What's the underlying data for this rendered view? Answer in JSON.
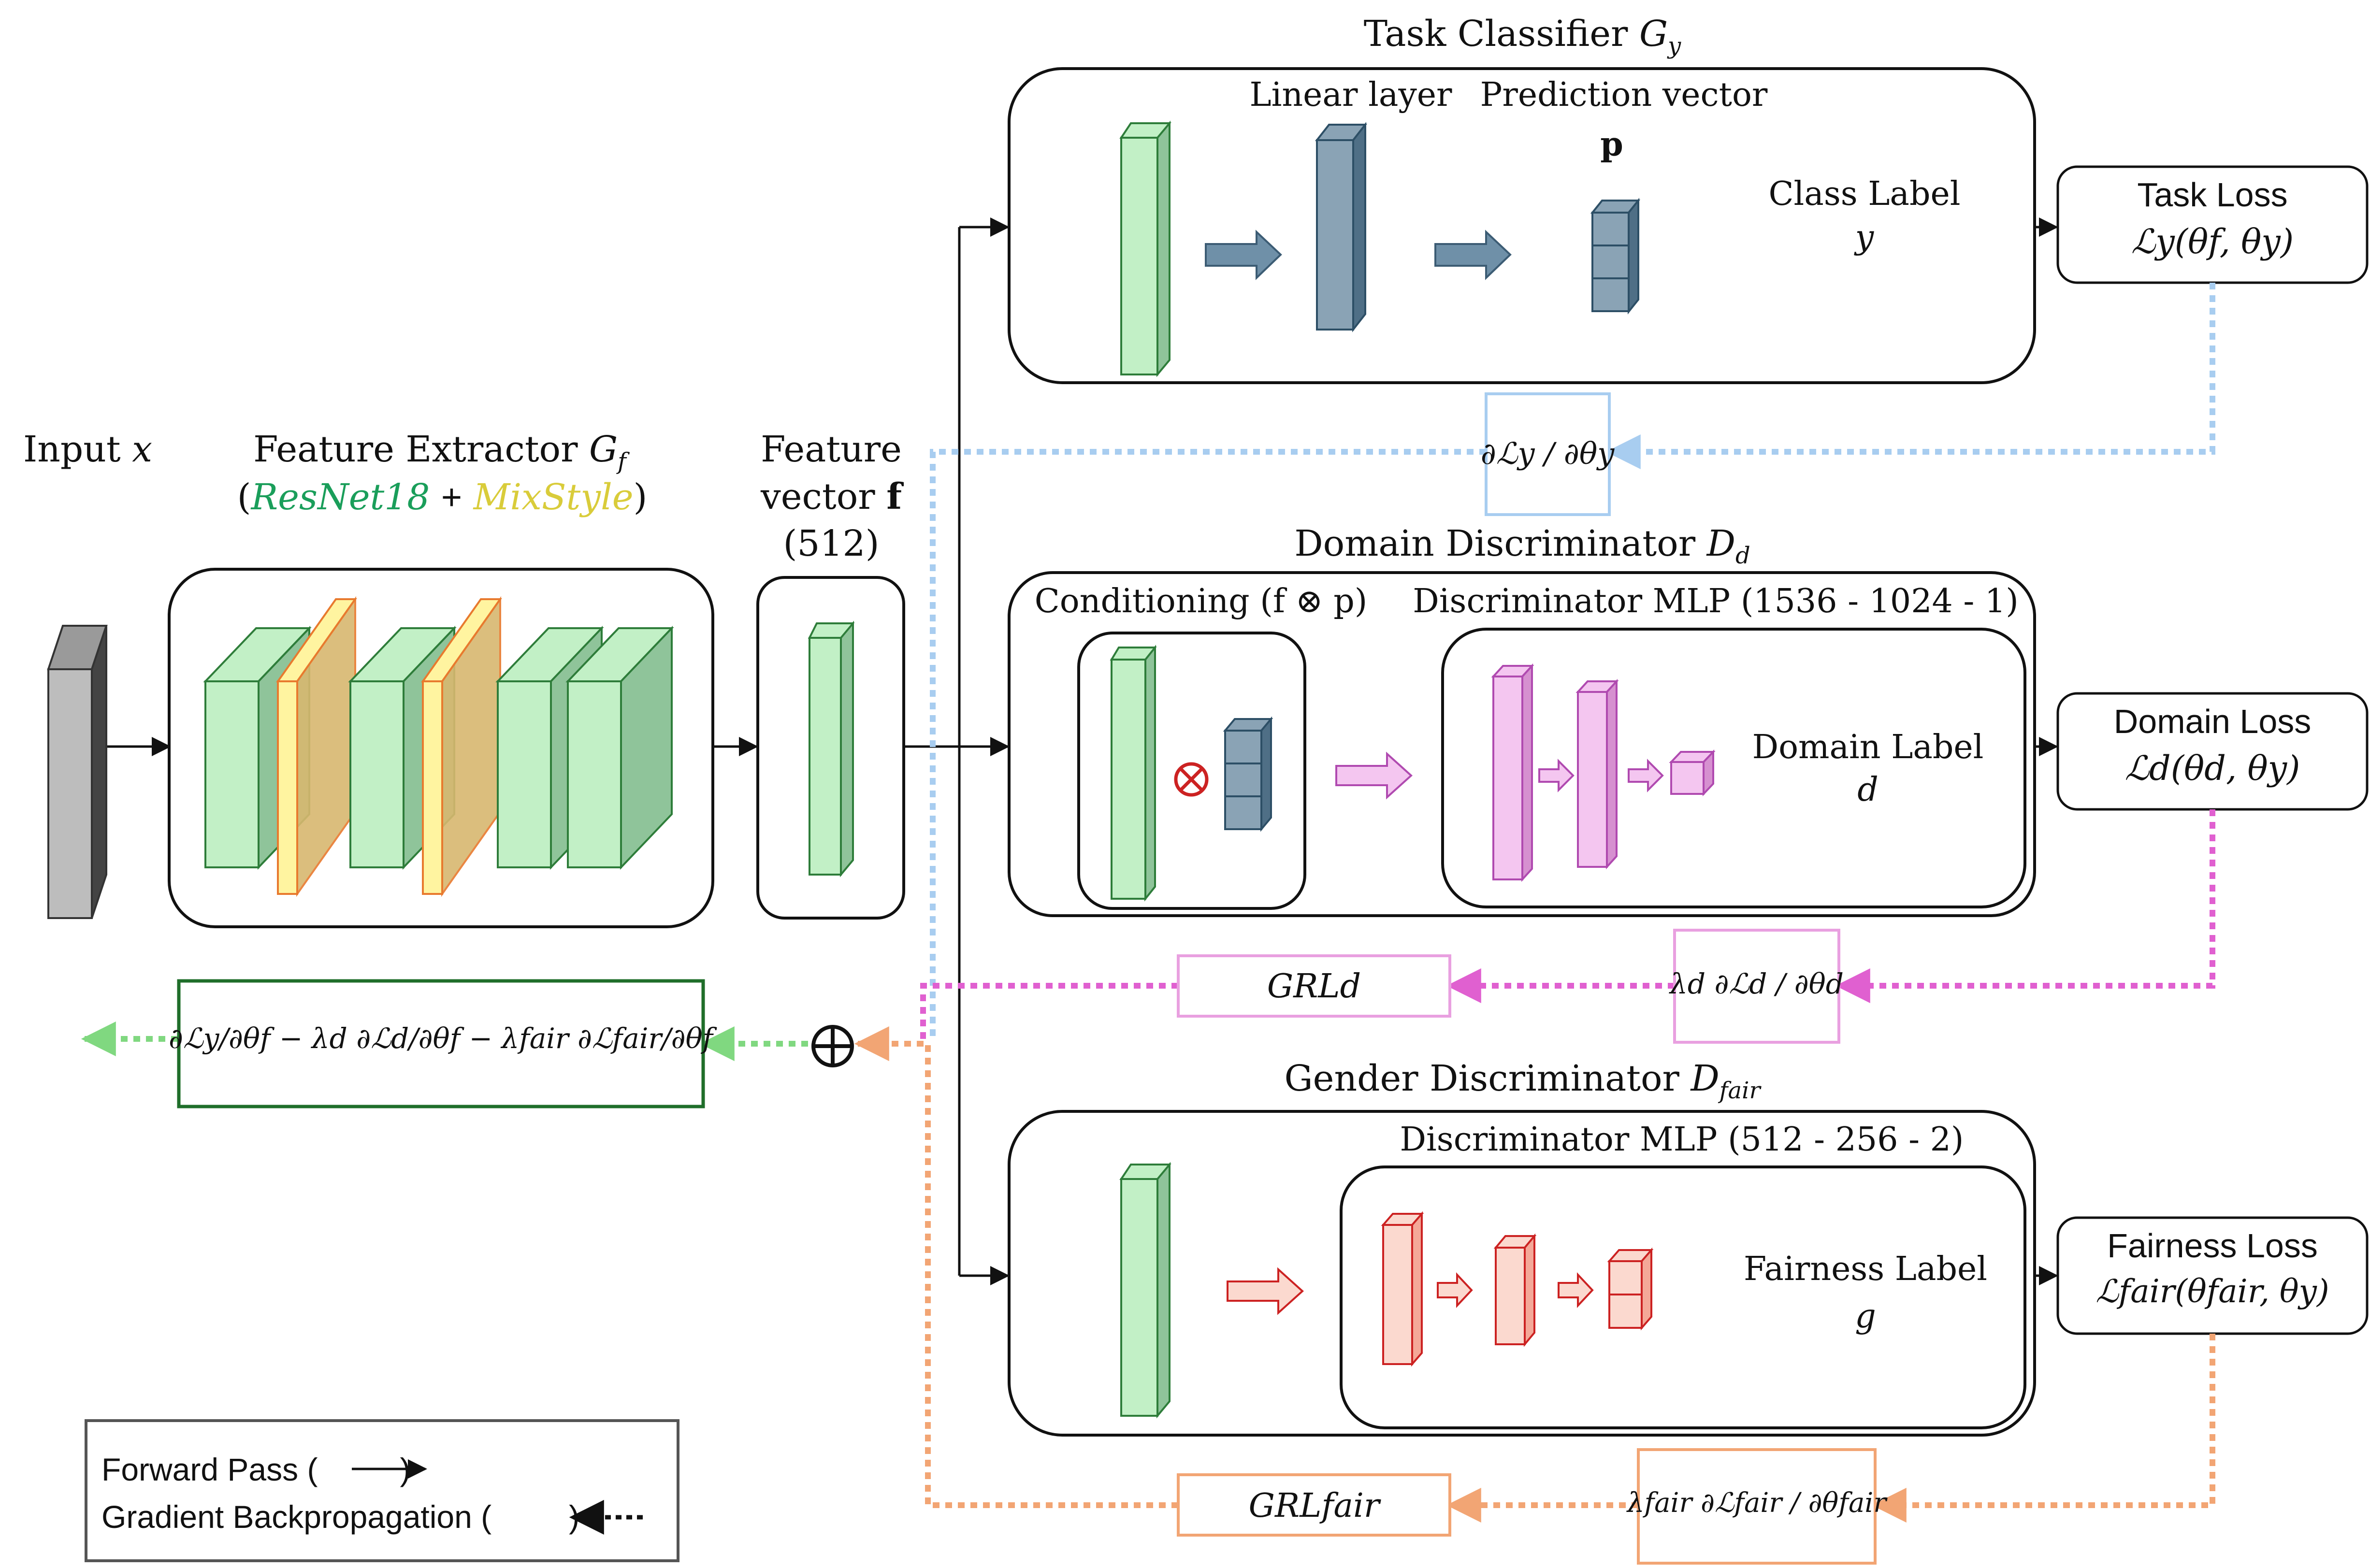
{
  "input": {
    "label": "Input",
    "var": "x"
  },
  "extractor": {
    "title": "Feature Extractor",
    "symbol": "G",
    "sub": "f",
    "resnet": "ResNet18",
    "plus": "+",
    "mixstyle": "MixStyle",
    "open_paren": "(",
    "close_paren": ")"
  },
  "feature_vector": {
    "line1": "Feature",
    "line2": "vector",
    "bold": "f",
    "size": "(512)"
  },
  "task": {
    "title": "Task Classifier",
    "symbol": "G",
    "sub": "y",
    "linear_layer": "Linear layer",
    "prediction_vector": "Prediction vector",
    "p": "p",
    "class_label": "Class Label",
    "y": "y"
  },
  "domain": {
    "title": "Domain Discriminator",
    "symbol": "D",
    "sub": "d",
    "conditioning": "Conditioning (f ⊗ p)",
    "mlp": "Discriminator MLP (1536 - 1024 - 1)",
    "label": "Domain Label",
    "d": "d"
  },
  "gender": {
    "title": "Gender Discriminator",
    "symbol": "D",
    "sub": "fair",
    "mlp": "Discriminator MLP (512 - 256 - 2)",
    "label": "Fairness Label",
    "g": "g"
  },
  "losses": {
    "task_title": "Task Loss",
    "task_formula": "ℒy(θf, θy)",
    "domain_title": "Domain Loss",
    "domain_formula": "ℒd(θd, θy)",
    "fair_title": "Fairness Loss",
    "fair_formula": "ℒfair(θfair, θy)"
  },
  "gradients": {
    "task_grad": "∂ℒy / ∂θy",
    "grl_d": "GRLd",
    "domain_grad": "λd ∂ℒd / ∂θd",
    "grl_fair": "GRLfair",
    "fair_grad": "λfair ∂ℒfair / ∂θfair",
    "total": "∂ℒy/∂θf − λd ∂ℒd/∂θf − λfair ∂ℒfair/∂θf",
    "sum_symbol": "⊕"
  },
  "legend": {
    "forward": "Forward Pass (",
    "backward": "Gradient Backpropagation (",
    "close": ")"
  },
  "colors": {
    "green_face": "#c2f0c6",
    "green_side": "#8fc49a",
    "green_stroke": "#2e7d3a",
    "yellow_face": "#fff4a0",
    "orange_stroke": "#e87a2e",
    "steel_face": "#8aa3b5",
    "steel_dark": "#4f6f86",
    "pink_face": "#f4c6f0",
    "pink_stroke": "#b04ab0",
    "red_face": "#fbd9cf",
    "red_stroke": "#cc2222",
    "blue_dotted": "#a8cdf0",
    "magenta_dotted": "#e060d0",
    "orange_dotted": "#f2a574",
    "green_dotted": "#80d880"
  }
}
